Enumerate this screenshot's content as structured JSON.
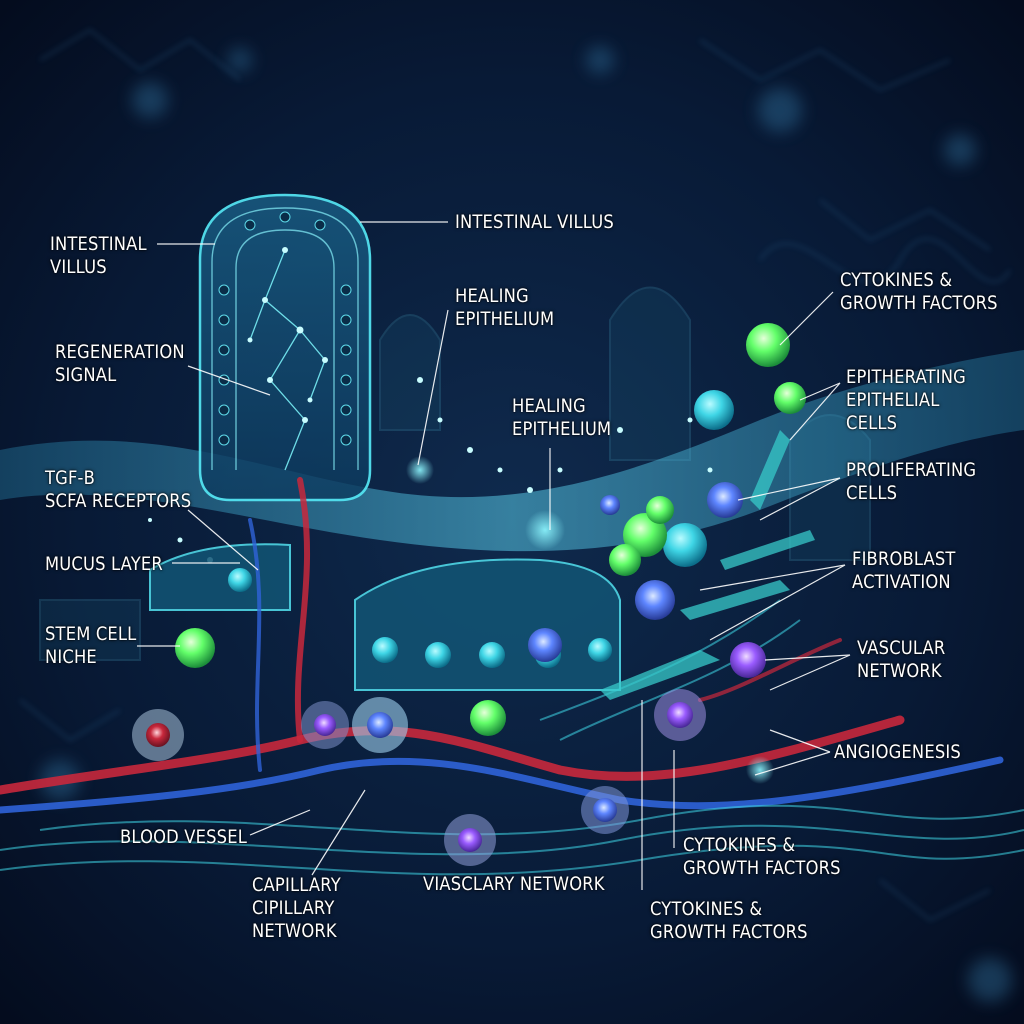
{
  "colors": {
    "background": "#06122a",
    "villus_cyan": "#53e2f0",
    "blood_red": "#c8283c",
    "vessel_blue": "#2f63d8",
    "cell_green": "#63ff6a",
    "cell_purple": "#9a5cff",
    "label_white": "#ffffff"
  },
  "labels": {
    "intestinal_villus_top": [
      "INTESTINAL VILLUS"
    ],
    "intestinal_villus_left": [
      "INTESTINAL",
      "VILLUS"
    ],
    "healing_epithelium_upper": [
      "HEALING",
      "EPITHELIUM"
    ],
    "healing_epithelium_middle": [
      "HEALING",
      "EPITHELIUM"
    ],
    "regeneration_signal": [
      "REGENERATION",
      "SIGNAL"
    ],
    "tgf_scfa": [
      "TGF-β",
      "SCFA RECEPTORS"
    ],
    "mucus_layer": [
      "MUCUS LAYER"
    ],
    "stem_cell_niche": [
      "STEM CELL",
      "NICHE"
    ],
    "cytokines_top": [
      "CYTOKINES &",
      "GROWTH FACTORS"
    ],
    "epitherating": [
      "EPITHERATING",
      "EPITHELIAL",
      "CELLS"
    ],
    "proliferating": [
      "PROLIFERATING",
      "CELLS"
    ],
    "fibroblast": [
      "FIBROBLAST",
      "ACTIVATION"
    ],
    "vascular_network_right": [
      "VASCULAR",
      "NETWORK"
    ],
    "angiogenesis": [
      "ANGIOGENESIS"
    ],
    "blood_vessel": [
      "BLOOD VESSEL"
    ],
    "capillary": [
      "CAPILLARY",
      "CIPILLARY",
      "NETWORK"
    ],
    "viasclary": [
      "VIASCLARY NETWORK"
    ],
    "cytokines_mid": [
      "CYTOKINES &",
      "GROWTH FACTORS"
    ],
    "cytokines_bottom": [
      "CYTOKINES &",
      "GROWTH FACTORS"
    ]
  }
}
